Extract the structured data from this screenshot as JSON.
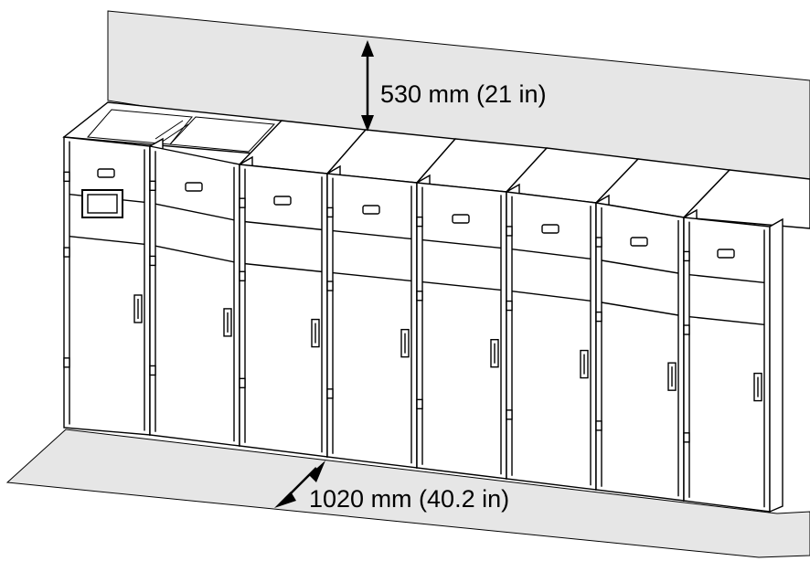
{
  "dimensions": {
    "rear_clearance": "530 mm (21 in)",
    "front_clearance": "1020 mm (40.2 in)"
  },
  "colors": {
    "floor_wall_fill": "#e6e6e6",
    "line": "#000000",
    "cabinet_fill": "#ffffff"
  },
  "cabinet_count": 8,
  "icons": {
    "display_panel": "touchscreen-display-icon",
    "door_handle": "door-handle-icon",
    "dimension_arrow": "double-arrow-icon"
  }
}
